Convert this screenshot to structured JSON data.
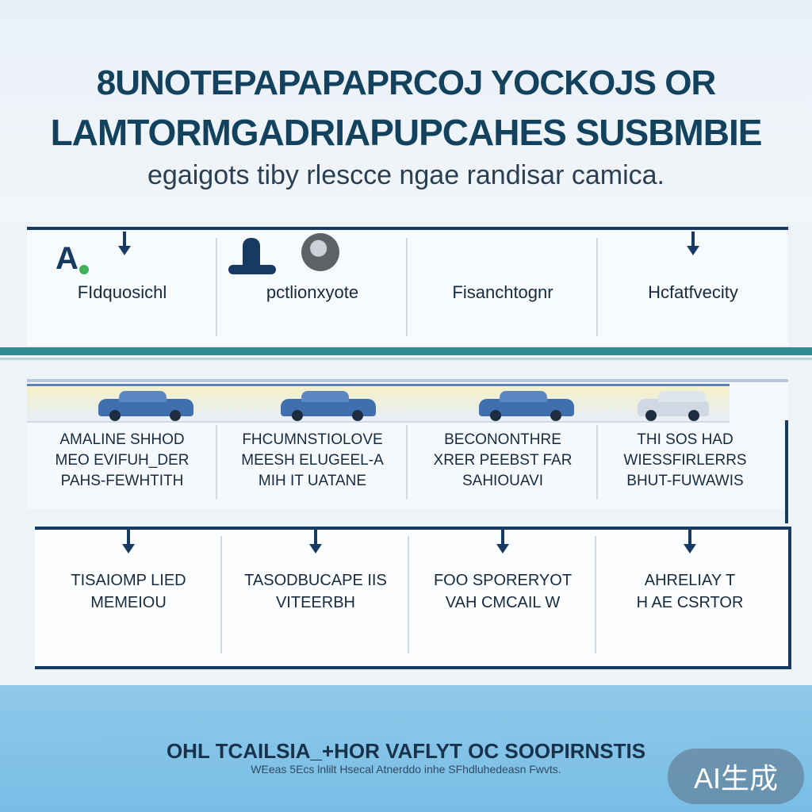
{
  "header": {
    "title_line_1": "8UNOTEPAPAPAPRCOJ YOCKOJS OR",
    "title_line_2": "LAMTORMGADRIAPUPCAHES SUSBMBIE",
    "subtitle": "egaigots tiby rlescce ngae randisar camica."
  },
  "row1": [
    {
      "label": "FIdquosichl"
    },
    {
      "label": "pctlionxyote"
    },
    {
      "label": "Fisanchtognr"
    },
    {
      "label": "Hcfatfvecity"
    }
  ],
  "row2": [
    {
      "text": "AMALINE SHHOD\nMEO EVIFUH_DER\nPAHS-FEWHTITH"
    },
    {
      "text": "FHCUMNSTIOLOVE\nMEESH ELUGEEL-A\nMIH IT UATANE"
    },
    {
      "text": "BECONONTHRE\nXRER PEEBST FAR\nSAHIOUAVI"
    },
    {
      "text": "THI SOS HAD\nWIESSFIRLERRS\nBHUT-FUWAWIS"
    }
  ],
  "row3": [
    {
      "text": "TISAIOMP LIED\nMEMEIOU"
    },
    {
      "text": "TASODBUCAPE IIS\nVITEERBH"
    },
    {
      "text": "FOO SPORERYOT\nVAH CMCAIL W"
    },
    {
      "text": "AHRELIAY T\nH AE CSRTOR"
    }
  ],
  "footer": {
    "title": "OHL TCAILSIA_+HOR VAFLYT OC SOOPIRNSTIS",
    "subtitle": "WEeas 5Ecs lnlilt Hsecal Atnerddo inhe SFhdluhedeasn Fwvts."
  },
  "badge": "AI生成"
}
